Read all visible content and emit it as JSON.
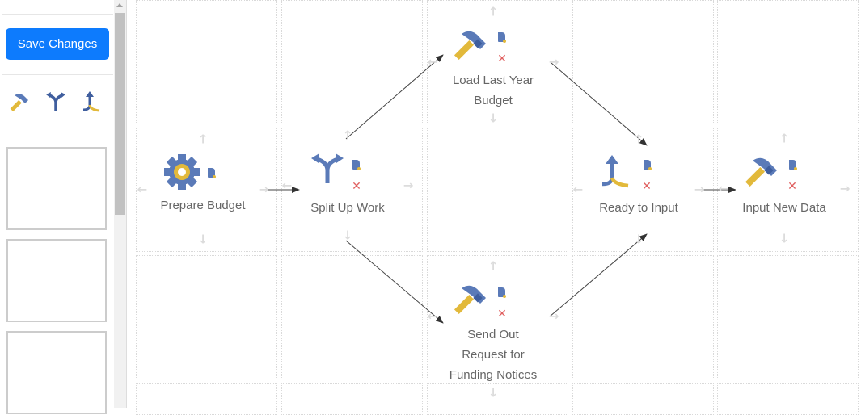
{
  "sidebar": {
    "save_label": "Save Changes",
    "tools": [
      {
        "icon": "hammer-icon"
      },
      {
        "icon": "fork-icon"
      },
      {
        "icon": "merge-icon"
      }
    ],
    "slots": 3
  },
  "workflow": {
    "nodes": [
      {
        "id": "prepare",
        "label": "Prepare Budget",
        "icon": "gear"
      },
      {
        "id": "split",
        "label": "Split Up Work",
        "icon": "fork"
      },
      {
        "id": "load",
        "label_lines": [
          "Load Last Year",
          "Budget"
        ],
        "icon": "hammer"
      },
      {
        "id": "ready",
        "label": "Ready to Input",
        "icon": "merge"
      },
      {
        "id": "input",
        "label": "Input New Data",
        "icon": "hammer"
      },
      {
        "id": "send",
        "label_lines": [
          "Send Out",
          "Request for",
          "Funding Notices"
        ],
        "icon": "hammer"
      }
    ],
    "edges": [
      [
        "prepare",
        "split"
      ],
      [
        "split",
        "load"
      ],
      [
        "split",
        "send"
      ],
      [
        "load",
        "ready"
      ],
      [
        "send",
        "ready"
      ],
      [
        "ready",
        "input"
      ]
    ],
    "delete_symbol": "✕"
  },
  "colors": {
    "primary": "#0d7bfd",
    "icon_blue": "#5a7ab8",
    "icon_yellow": "#e2b93b",
    "delete": "#e06060"
  }
}
